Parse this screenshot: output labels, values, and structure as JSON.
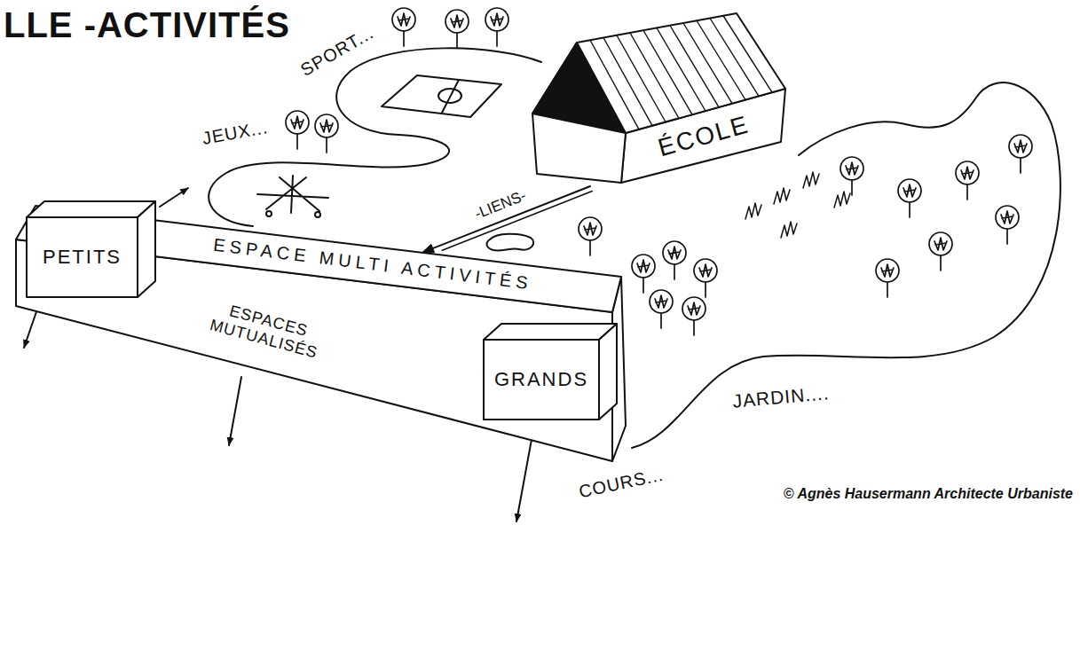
{
  "diagram": {
    "title": "LLE -ACTIVITÉS",
    "nodes": [
      {
        "text": [
          "ÉCOLE"
        ]
      },
      {
        "text": [
          "ESPACE MULTI ACTIVITÉS",
          "ESPACES MUTUALISÉS"
        ]
      },
      {
        "text": [
          "PETITS"
        ],
        "in": 1
      },
      {
        "text": [
          "GRANDS"
        ],
        "in": 1
      }
    ],
    "edges": [
      {
        "from": 0,
        "to": 1,
        "arrow": "to",
        "label": "-LIENS-"
      }
    ],
    "labels": [
      "SPORT...",
      "JEUX...",
      "JARDIN....",
      "COURS...",
      "© Agnès Hausermann Architecte Urbaniste"
    ]
  }
}
